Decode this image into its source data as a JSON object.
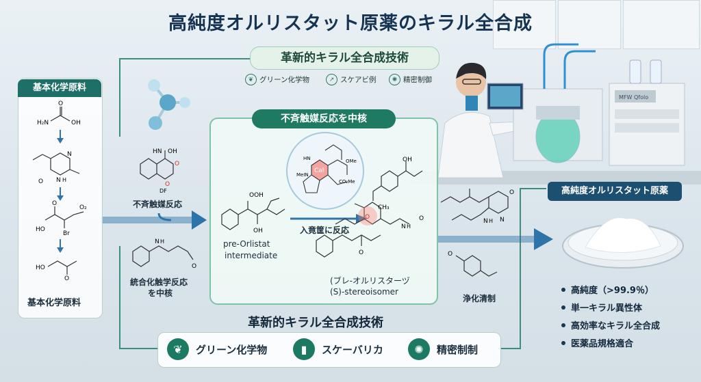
{
  "title": "高純度オルリスタット原薬のキラル全合成",
  "top_section": {
    "label": "革新的キラル全合成技術",
    "tags": [
      {
        "icon": "leaf-icon",
        "label": "グリーン化学物"
      },
      {
        "icon": "chart-icon",
        "label": "スケアビ例"
      },
      {
        "icon": "gear-icon",
        "label": "精密制御"
      }
    ]
  },
  "left_panel": {
    "header": "基本化学原料",
    "footer": "基本化学原料",
    "mol_labels": {
      "m1_nh2": "H₂N",
      "m1_o": "O",
      "m1_oh": "OH",
      "m2_n1": "N",
      "m2_n2": "N",
      "m2_h": "H",
      "m2_o": "O",
      "m3_o2": "O₂",
      "m3_ho": "HO",
      "m3_br": "Br",
      "m3_o": "O",
      "m4_ho": "HO",
      "m4_o": "O"
    }
  },
  "mid_left": {
    "reaction1_label": "不斉触媒反応",
    "reaction2_label_line1": "統合化触学反応",
    "reaction2_label_line2": "を中核",
    "mol_labels": {
      "hn": "HN",
      "oh": "OH",
      "o1": "O",
      "o2": "O",
      "df": "DF",
      "nh": "H",
      "n": "N",
      "o3": "O"
    }
  },
  "center_panel": {
    "header": "不斉触媒反応を中核",
    "pre_label_line1": "pre-Orlistat",
    "pre_label_line2": "intermediate",
    "arrow_label": "入竟筐に反応",
    "product_label_line1": "(ブレ-オルリスターヅ",
    "product_label_line2": "(S)-stereoisomer",
    "catalyst_labels": {
      "cat": "Cal",
      "ome": "OMe",
      "co2me": "CO₂Me",
      "mein": "MeIN",
      "hn": "HN"
    },
    "mol_labels": {
      "oh_top": "OH",
      "ch3": "CH₃",
      "o_red": "O",
      "o_bottom": "O",
      "n": "N",
      "h": "H",
      "o_amide": "O",
      "ooh": "OOH",
      "oh2": "OH"
    }
  },
  "right_column": {
    "purify_label": "浄化清制",
    "mol_labels": {
      "o": "O",
      "n": "N",
      "h": "H",
      "nh": "N",
      "o2": "O"
    },
    "product_header": "高純度オルリスタット原薬",
    "bullets": [
      "高純度（>99.9％）",
      "単一キラル異性体",
      "高効率なキラル全合成",
      "医薬品規格適合"
    ]
  },
  "bottom_section": {
    "label": "革新的キラル全合成技術",
    "items": [
      {
        "icon": "flask-leaf-icon",
        "label": "グリーン化学物"
      },
      {
        "icon": "bar-chart-icon",
        "label": "スケーバリカ"
      },
      {
        "icon": "precision-gear-icon",
        "label": "精密制制"
      }
    ]
  },
  "equipment": {
    "screen_text": "MFW Qfolo"
  },
  "colors": {
    "teal_dark": "#1d6f67",
    "green_accent": "#1f7a62",
    "arrow_blue": "#2f74a8",
    "navy_title": "#163352",
    "red_highlight": "#e0453a"
  }
}
